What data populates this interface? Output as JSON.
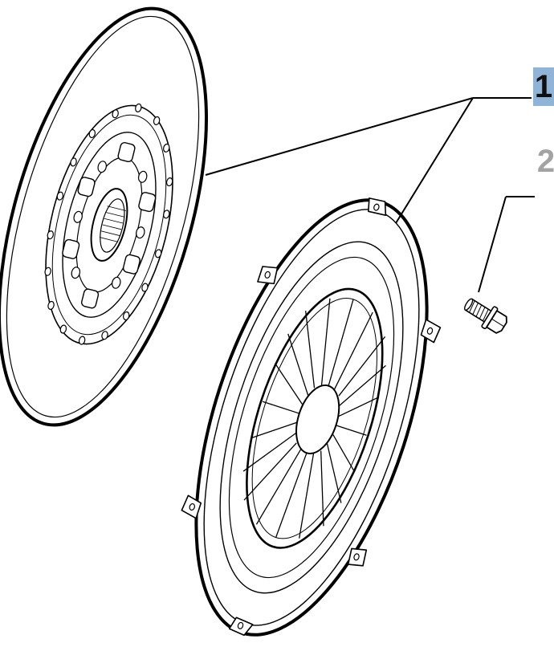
{
  "callouts": [
    {
      "number": "1",
      "highlighted": true,
      "color": "#101010",
      "highlight_color": "#8fb4d8"
    },
    {
      "number": "2",
      "highlighted": false,
      "color": "#a3a3a3"
    }
  ],
  "parts": [
    {
      "callout": "1",
      "name": "clutch-disc"
    },
    {
      "callout": "1",
      "name": "clutch-pressure-plate"
    },
    {
      "callout": "2",
      "name": "bolt"
    }
  ]
}
